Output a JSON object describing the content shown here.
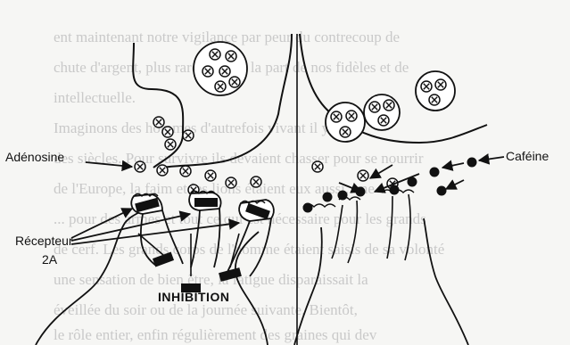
{
  "labels": {
    "adenosine": "Adénosine",
    "caffeine": "Caféine",
    "receptor_line1": "Récepteur",
    "receptor_line2": "2A",
    "inhibition": "INHIBITION"
  },
  "background_text": [
    "ent maintenant notre vigilance par peur du contrecoup de",
    "chute d'argent, plus rarement de la part de nos fidèles et de",
    "intellectuelle.",
    "Imaginons des hommes d'autrefois vivant il y a",
    "des siècles. Pour survivre ils devaient chasser pour se nourrir",
    "de l'Europe, la faim et les lions étaient eux aussi, une",
    "... pour des armes et tout ce qui est nécessaire pour les grands",
    "de cerf. Les grands corps de l'homme étaient saisis de sa volonté",
    "une sensation de bien être, la fatigue disparaissait la",
    "éveillée du soir ou de la journée suivante. Bientôt,",
    "le rôle entier, enfin régulièrement des graines qui dev"
  ],
  "colors": {
    "ink": "#111111",
    "background": "#f6f6f4",
    "faded_text": "#c9c9c9"
  }
}
